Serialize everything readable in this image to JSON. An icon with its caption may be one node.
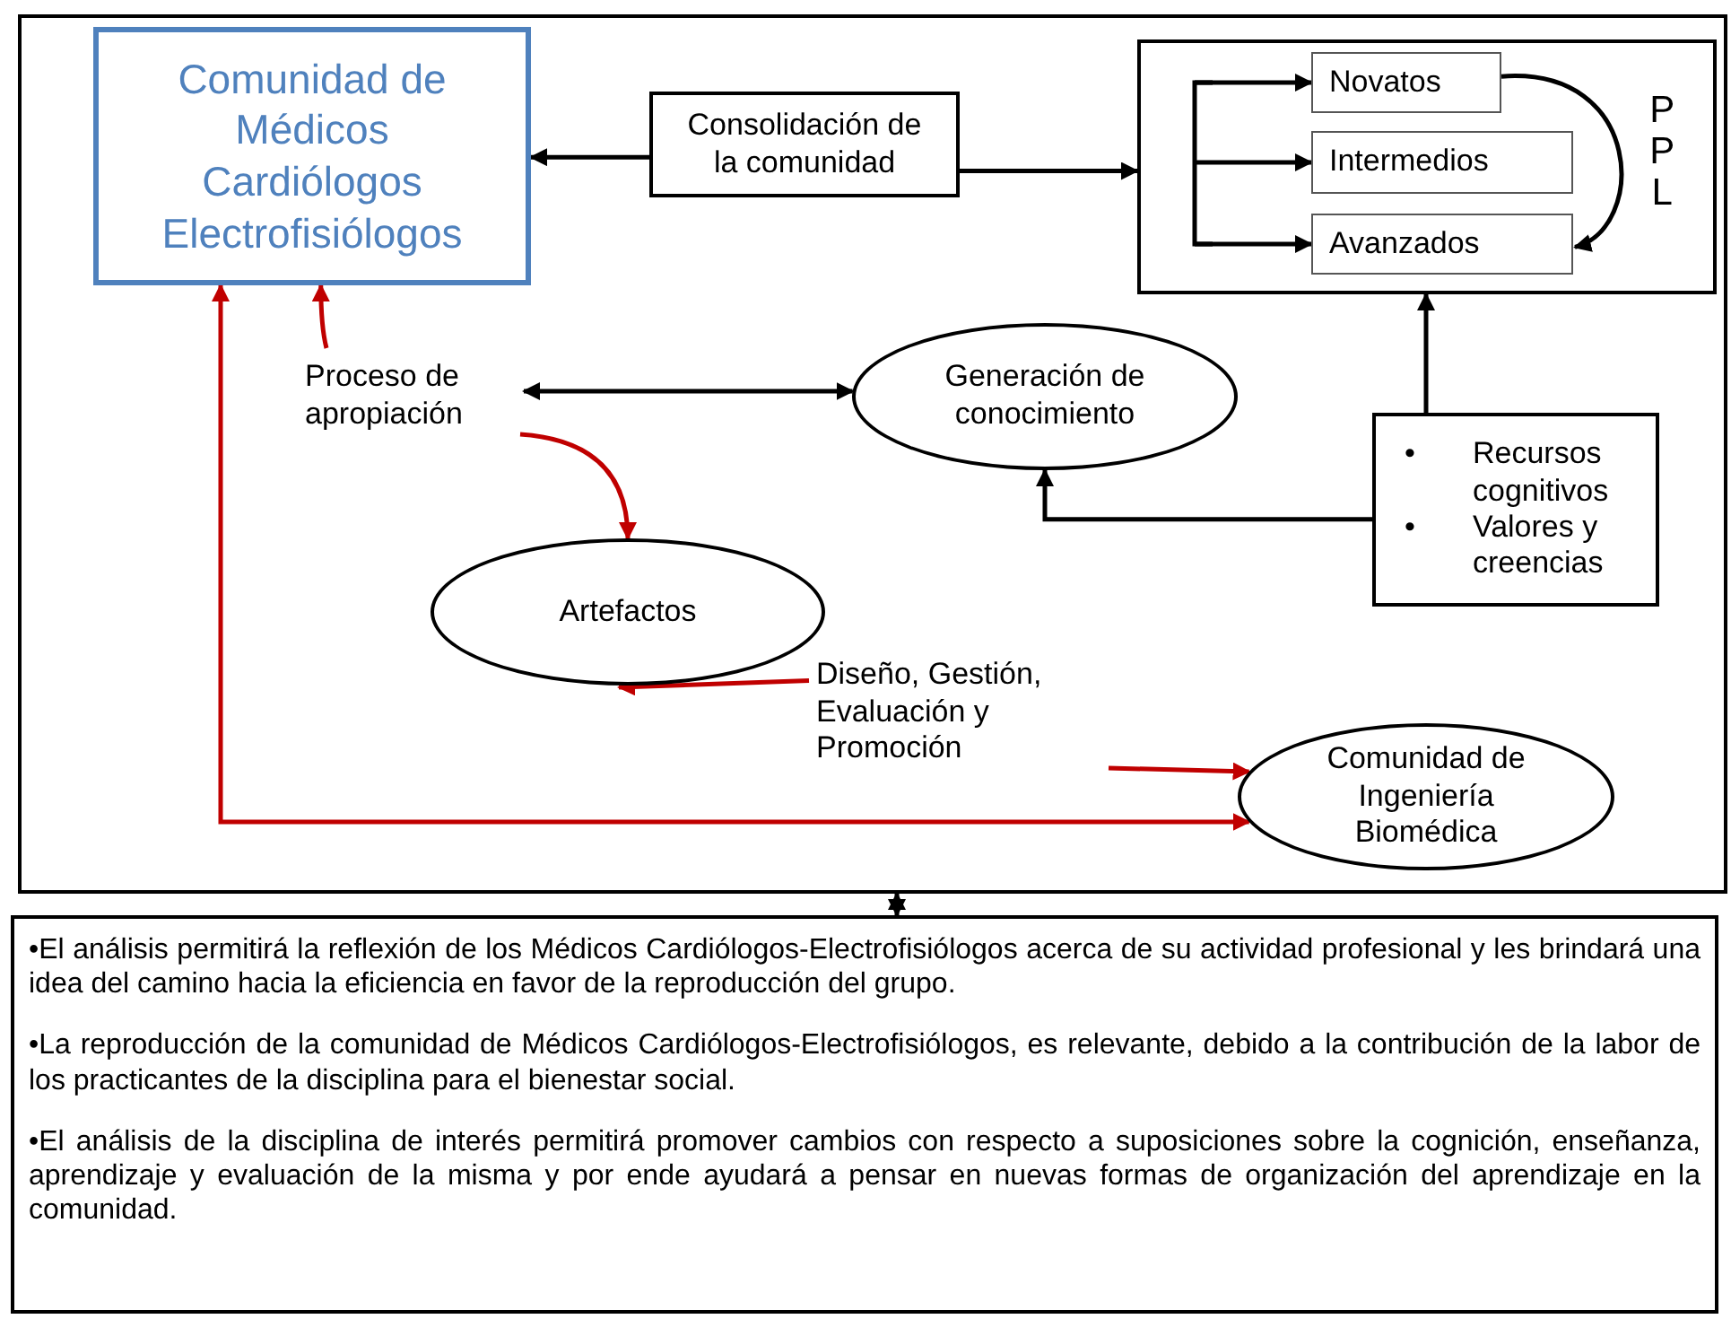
{
  "diagram": {
    "nodes": [
      {
        "text": [],
        "shape": "box"
      },
      {
        "text": [
          "Comunidad de Médicos Cardiólogos Electrofisiólogos"
        ],
        "in": 0
      },
      {
        "text": [
          "Consolidación de la comunidad"
        ],
        "in": 0
      },
      {
        "text": [
          "P P L"
        ],
        "in": 0
      },
      {
        "text": [
          "Novatos"
        ],
        "in": 3
      },
      {
        "text": [
          "Intermedios"
        ],
        "in": 3
      },
      {
        "text": [
          "Avanzados"
        ],
        "in": 3
      },
      {
        "text": [
          "Proceso de apropiación"
        ],
        "in": 0
      },
      {
        "text": [
          "Generación de conocimiento"
        ],
        "in": 0
      },
      {
        "text": [
          "•",
          "Recursos cognitivos",
          "•",
          "Valores y creencias"
        ],
        "in": 0
      },
      {
        "text": [
          "Artefactos"
        ],
        "in": 0
      },
      {
        "text": [
          "Diseño, Gestión, Evaluación y Promoción"
        ],
        "in": 0
      },
      {
        "text": [
          "Comunidad de Ingeniería Biomédica"
        ],
        "in": 0
      },
      {
        "text": [
          "•El análisis permitirá la reflexión de los Médicos Cardiólogos-Electrofisiólogos acerca de su actividad profesional y les brindará una idea del camino hacia la eficiencia en favor de la reproducción del grupo.",
          "•La reproducción de la comunidad de Médicos Cardiólogos-Electrofisiólogos, es relevante, debido a la contribución de la labor de los practicantes de la disciplina para el bienestar social.",
          "•El análisis de la disciplina de interés permitirá promover cambios con respecto a suposiciones sobre la cognición, enseñanza, aprendizaje y evaluación de la misma y por ende ayudará a pensar en nuevas formas de organización del aprendizaje en la comunidad."
        ]
      }
    ],
    "edges": [
      {
        "from": 2,
        "to": 1,
        "arrow": "to"
      },
      {
        "from": 2,
        "to": 3,
        "arrow": "to"
      },
      {
        "from": null,
        "to": 4,
        "arrow": "to"
      },
      {
        "from": null,
        "to": 5,
        "arrow": "to"
      },
      {
        "from": null,
        "to": 6,
        "arrow": "to"
      },
      {
        "from": 4,
        "to": 6,
        "arrow": "to"
      },
      {
        "from": 9,
        "to": 3,
        "arrow": "to"
      },
      {
        "from": 9,
        "to": 8,
        "arrow": "to"
      },
      {
        "from": 7,
        "to": 8,
        "arrow": "both"
      },
      {
        "from": 7,
        "to": 1,
        "arrow": "to",
        "color": "#c00000"
      },
      {
        "from": 7,
        "to": 10,
        "arrow": "to",
        "color": "#c00000"
      },
      {
        "from": 11,
        "to": 10,
        "arrow": "to",
        "color": "#c00000"
      },
      {
        "from": 11,
        "to": 12,
        "arrow": "to",
        "color": "#c00000"
      },
      {
        "from": 12,
        "to": 1,
        "arrow": "both",
        "color": "#c00000"
      },
      {
        "from": 0,
        "to": 13,
        "arrow": "both"
      }
    ]
  }
}
